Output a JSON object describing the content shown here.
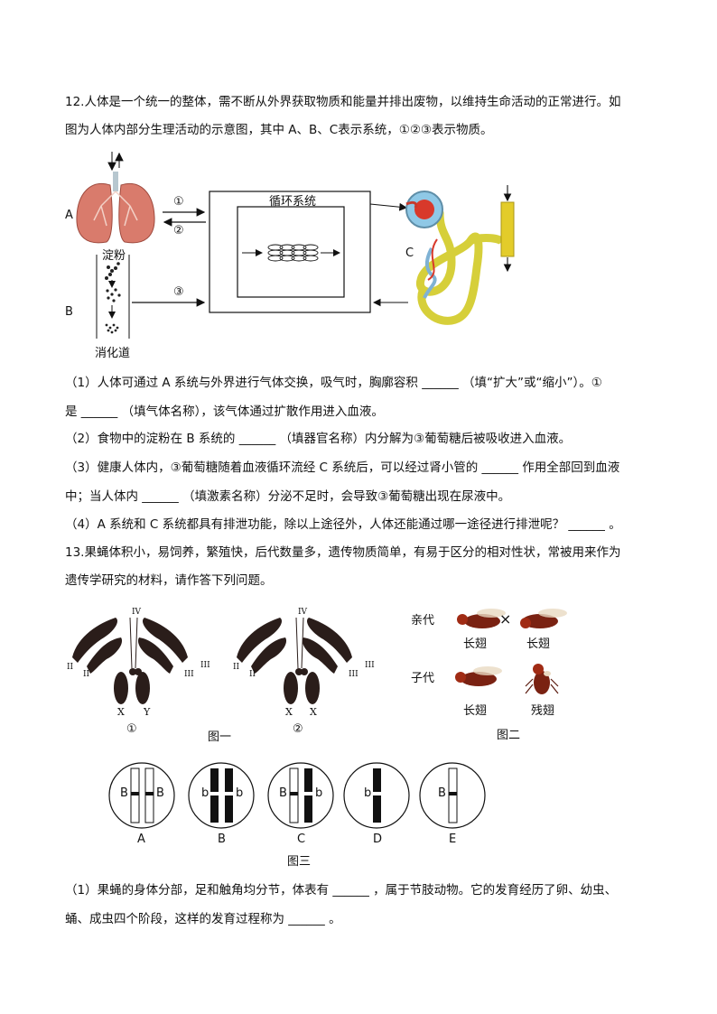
{
  "q12": {
    "stem_line1": "12.人体是一个统一的整体，需不断从外界获取物质和能量并排出废物，以维持生命活动的正常进行。如",
    "stem_line2": "图为人体内部分生理活动的示意图，其中 A、B、C表示系统，①②③表示物质。",
    "figure": {
      "label_a": "A",
      "label_b": "B",
      "label_c": "C",
      "starch": "淀粉",
      "digestive_tract": "消化道",
      "circulatory_system": "循环系统",
      "arrow_1": "①",
      "arrow_2": "②",
      "arrow_3": "③"
    },
    "q1_line1": "（1）人体可通过 A 系统与外界进行气体交换，吸气时，胸廓容积 ______ （填“扩大”或“缩小”）。①",
    "q1_line2": "是 ______ （填气体名称），该气体通过扩散作用进入血液。",
    "q2": "（2）食物中的淀粉在 B 系统的 ______ （填器官名称）内分解为③葡萄糖后被吸收进入血液。",
    "q3_line1": "（3）健康人体内，③葡萄糖随着血液循环流经 C 系统后，可以经过肾小管的 ______ 作用全部回到血液",
    "q3_line2": "中；当人体内 ______ （填激素名称）分泌不足时，会导致③葡萄糖出现在尿液中。",
    "q4": "（4）A 系统和 C 系统都具有排泄功能，除以上途径外，人体还能通过哪一途径进行排泄呢？ ______ 。"
  },
  "q13": {
    "stem_line1": "13.果蝇体积小，易饲养，繁殖快，后代数量多，遗传物质简单，有易于区分的相对性状，常被用来作为",
    "stem_line2": "遗传学研究的材料，请作答下列问题。",
    "fig1": {
      "caption": "图一",
      "roman_ii": "II",
      "roman_iii": "III",
      "roman_iv": "IV",
      "left_x": "X",
      "left_y": "Y",
      "right_x1": "X",
      "right_x2": "X",
      "mark_1": "①",
      "mark_2": "②"
    },
    "fig2": {
      "caption": "图二",
      "parent": "亲代",
      "cross": "×",
      "offspring": "子代",
      "long_wing": "长翅",
      "vestigial_wing": "残翅"
    },
    "fig3": {
      "caption": "图三",
      "cells": [
        {
          "label": "A",
          "genes": [
            "B",
            "B"
          ]
        },
        {
          "label": "B",
          "genes": [
            "b",
            "b"
          ]
        },
        {
          "label": "C",
          "genes": [
            "B",
            "b"
          ]
        },
        {
          "label": "D",
          "genes": [
            "b"
          ]
        },
        {
          "label": "E",
          "genes": [
            "B"
          ]
        }
      ]
    },
    "q1_line1": "（1）果蝇的身体分部，足和触角均分节，体表有 ______ ，属于节肢动物。它的发育经历了卵、幼虫、",
    "q1_line2": "蛹、成虫四个阶段，这样的发育过程称为 ______ 。"
  }
}
